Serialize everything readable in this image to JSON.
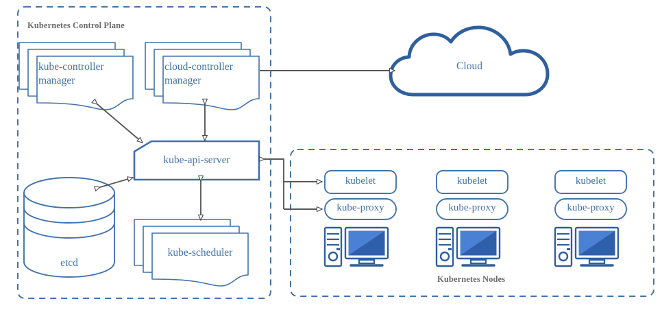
{
  "diagram": {
    "title_control_plane": "Kubernetes Control Plane",
    "title_nodes": "Kubernetes Nodes",
    "colors": {
      "shape_blue": "#4273ad",
      "shape_blue_dark": "#2f5f9e",
      "screen_light": "#4a81d4",
      "screen_dark": "#2f5fa8",
      "connector_gray": "#595959",
      "group_label_gray": "#6b6b6b",
      "dashed_blue": "#4273ad",
      "background": "#ffffff"
    }
  },
  "control_plane": {
    "components": [
      {
        "name": "kube-controller-manager",
        "line1": "kube-controller",
        "line2": "manager",
        "shape": "stacked-document"
      },
      {
        "name": "cloud-controller-manager",
        "line1": "cloud-controller",
        "line2": "manager",
        "shape": "stacked-document"
      },
      {
        "name": "kube-api-server",
        "line1": "kube-api-server",
        "line2": "",
        "shape": "beveled-box"
      },
      {
        "name": "etcd",
        "line1": "etcd",
        "line2": "",
        "shape": "cylinder"
      },
      {
        "name": "kube-scheduler",
        "line1": "kube-scheduler",
        "line2": "",
        "shape": "stacked-document"
      }
    ]
  },
  "cloud": {
    "label": "Cloud",
    "shape": "cloud"
  },
  "nodes": {
    "items": [
      {
        "kubelet": "kubelet",
        "kube_proxy": "kube-proxy",
        "icon": "computer-icon"
      },
      {
        "kubelet": "kubelet",
        "kube_proxy": "kube-proxy",
        "icon": "computer-icon"
      },
      {
        "kubelet": "kubelet",
        "kube_proxy": "kube-proxy",
        "icon": "computer-icon"
      }
    ]
  },
  "connectors": [
    {
      "from": "kube-controller-manager",
      "to": "kube-api-server",
      "arrow": "double"
    },
    {
      "from": "cloud-controller-manager",
      "to": "kube-api-server",
      "arrow": "double"
    },
    {
      "from": "cloud-controller-manager",
      "to": "cloud",
      "arrow": "single"
    },
    {
      "from": "etcd",
      "to": "kube-api-server",
      "arrow": "double"
    },
    {
      "from": "kube-scheduler",
      "to": "kube-api-server",
      "arrow": "double"
    },
    {
      "from": "kube-api-server",
      "to": "node-1-kubelet",
      "arrow": "single"
    },
    {
      "from": "kube-api-server",
      "to": "node-1-kube-proxy",
      "arrow": "single"
    }
  ]
}
